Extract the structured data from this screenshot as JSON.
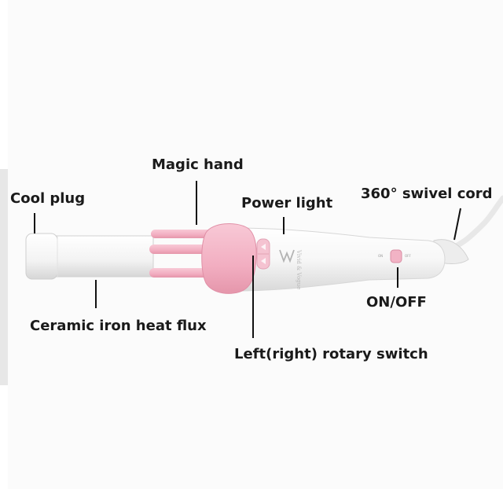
{
  "labels": {
    "cool_plug": "Cool plug",
    "magic_hand": "Magic hand",
    "power_light": "Power light",
    "swivel_cord": "360° swivel cord",
    "ceramic": "Ceramic iron heat flux",
    "on_off": "ON/OFF",
    "rotary_switch": "Left(right) rotary switch"
  },
  "colors": {
    "body": "#f6f6f6",
    "accent_pink": "#f3b7c8",
    "label_text": "#1a1a1a",
    "pointer_line": "#111111"
  }
}
